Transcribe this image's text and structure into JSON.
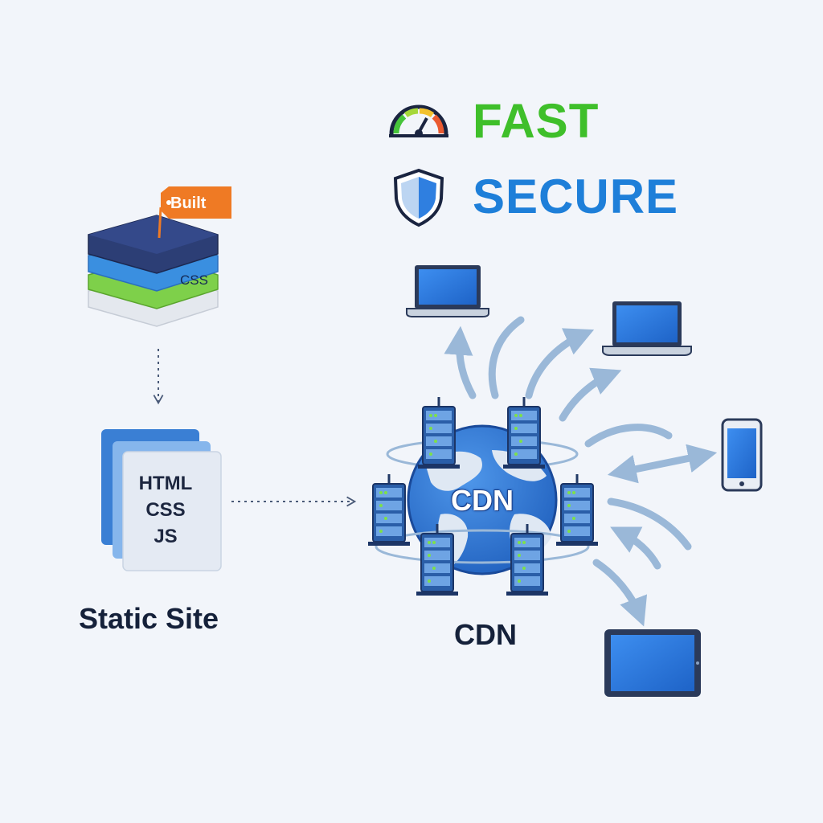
{
  "badges": {
    "fast": {
      "label": "FAST",
      "color": "#3fbf2a",
      "icon": "speedometer-icon"
    },
    "secure": {
      "label": "SECURE",
      "color": "#1e7fd9",
      "icon": "shield-icon"
    }
  },
  "build": {
    "tag_label": "Built",
    "tag_color": "#ef7a24",
    "layer_label": "CSS",
    "layer_colors": [
      "#2c3e75",
      "#3a8fe0",
      "#7ed04a",
      "#dfe3ea"
    ]
  },
  "static_site": {
    "files": [
      "HTML",
      "CSS",
      "JS"
    ],
    "caption": "Static Site"
  },
  "cdn": {
    "globe_label": "CDN",
    "caption": "CDN",
    "server_icon": "server-rack-icon"
  },
  "devices": [
    {
      "kind": "laptop-icon"
    },
    {
      "kind": "laptop-icon"
    },
    {
      "kind": "smartphone-icon"
    },
    {
      "kind": "tablet-icon"
    }
  ],
  "colors": {
    "background": "#f2f5fa",
    "arrow": "#9ab8d8",
    "screen": "#2f7fe0",
    "globe_ocean": "#2f74d0",
    "globe_land": "#dfe8f3"
  }
}
